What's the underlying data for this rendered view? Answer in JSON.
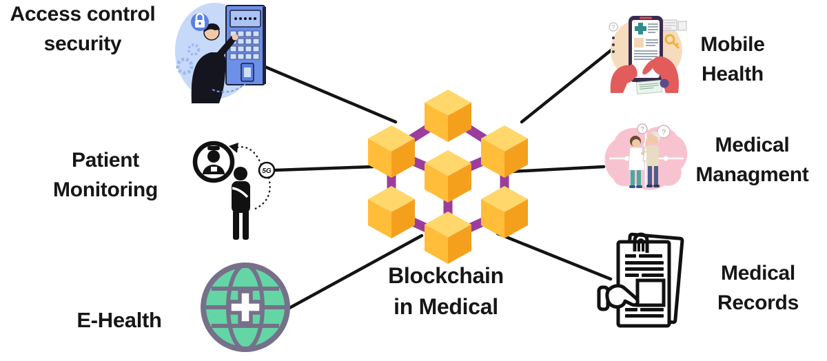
{
  "center_node": {
    "line1": "Blockchain",
    "line2": "in Medical"
  },
  "nodes": {
    "access_control": {
      "line1": "Access control",
      "line2": "security"
    },
    "patient_monitoring": {
      "line1": "Patient",
      "line2": "Monitoring"
    },
    "e_health": {
      "line1": "E-Health"
    },
    "mobile_health": {
      "line1": "Mobile",
      "line2": "Health"
    },
    "medical_managment": {
      "line1": "Medical",
      "line2": "Managment"
    },
    "medical_records": {
      "line1": "Medical",
      "line2": "Records"
    }
  },
  "icon_text": {
    "five_g": "5G",
    "question_mark": "?"
  },
  "colors": {
    "connector_black": "#141414",
    "text_black": "#161616",
    "cube_top": "#FFD76B",
    "cube_left": "#FFBD3A",
    "cube_right": "#F5A01D",
    "chain_purple": "#9C3D9E",
    "globe_green": "#64D5A5",
    "globe_line": "#77708A",
    "access_blob_blue": "#C7D9F8",
    "access_panel_blue": "#6C8FE8",
    "access_key_blue": "#CFE0FB",
    "access_badge_blue": "#5B7FE3",
    "mobile_blob_beige": "#F6DCBE",
    "hand_coral": "#E25C5C",
    "phone_purple": "#3A2B50",
    "cross_teal": "#2F8C8C",
    "brain_pink": "#F8C3D0",
    "scrubs_teal": "#4DA8A0",
    "jeans_blue": "#4A5F8A",
    "skin": "#F2C9A7"
  }
}
